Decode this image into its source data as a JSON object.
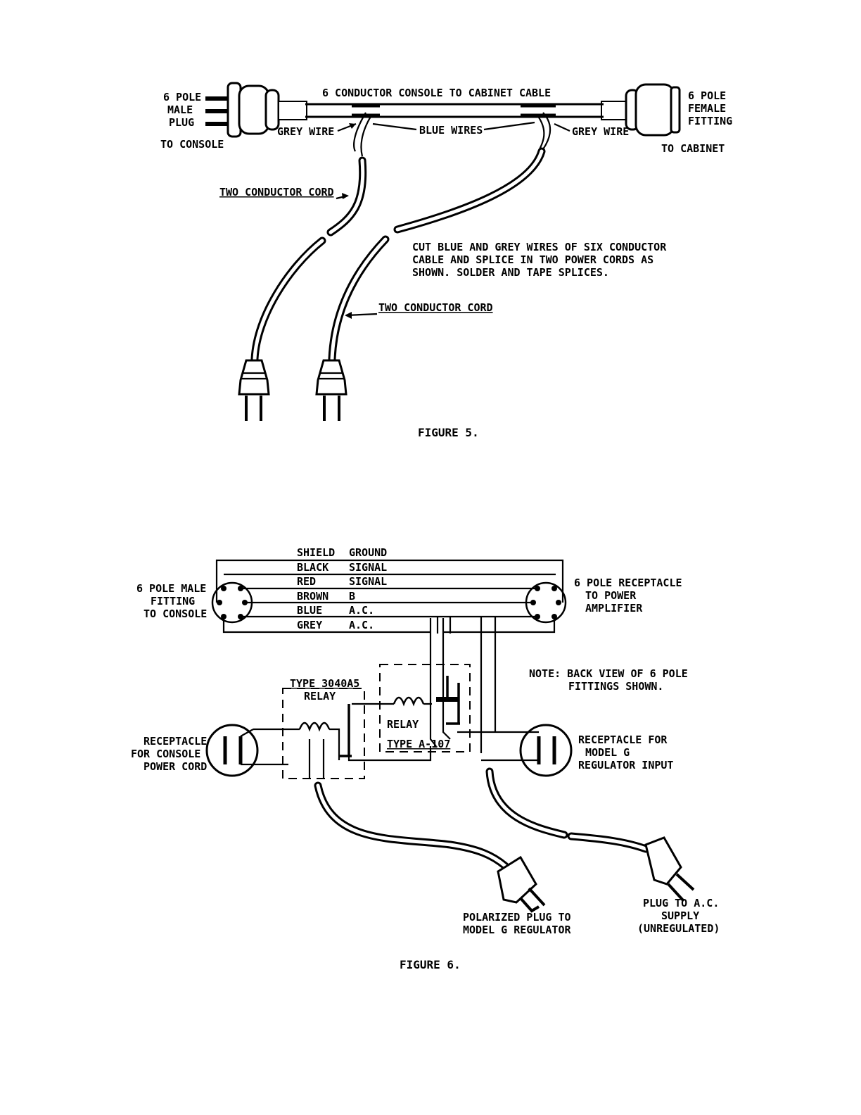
{
  "figure5": {
    "cable_label": "6 CONDUCTOR CONSOLE TO CABINET CABLE",
    "male_plug": [
      "6 POLE",
      "MALE",
      "PLUG"
    ],
    "to_console": "TO CONSOLE",
    "female_fitting": [
      "6 POLE",
      "FEMALE",
      "FITTING"
    ],
    "to_cabinet": "TO CABINET",
    "grey_wire_left": "GREY WIRE",
    "blue_wires": "BLUE WIRES",
    "grey_wire_right": "GREY WIRE",
    "two_conductor_cord_1": "TWO CONDUCTOR CORD",
    "two_conductor_cord_2": "TWO CONDUCTOR CORD",
    "instruction": [
      "CUT BLUE AND GREY WIRES OF SIX CONDUCTOR",
      "CABLE AND SPLICE IN TWO POWER CORDS AS",
      "SHOWN. SOLDER AND TAPE SPLICES."
    ],
    "caption": "FIGURE 5."
  },
  "figure6": {
    "wires": [
      {
        "color": "SHIELD",
        "function": "GROUND"
      },
      {
        "color": "BLACK",
        "function": "SIGNAL"
      },
      {
        "color": "RED",
        "function": "SIGNAL"
      },
      {
        "color": "BROWN",
        "function": "B"
      },
      {
        "color": "BLUE",
        "function": "A.C."
      },
      {
        "color": "GREY",
        "function": "A.C."
      }
    ],
    "male_fitting": [
      "6 POLE MALE",
      "FITTING",
      "TO CONSOLE"
    ],
    "receptacle_amp": [
      "6 POLE RECEPTACLE",
      "TO POWER",
      "AMPLIFIER"
    ],
    "note": [
      "NOTE: BACK VIEW OF 6 POLE",
      "FITTINGS SHOWN."
    ],
    "relay1_type": "TYPE 3040A5",
    "relay1_name": "RELAY",
    "relay2_name": "RELAY",
    "relay2_type": "TYPE A-107",
    "receptacle_console": [
      "RECEPTACLE",
      "FOR CONSOLE",
      "POWER CORD"
    ],
    "receptacle_regulator": [
      "RECEPTACLE FOR",
      "MODEL G",
      "REGULATOR INPUT"
    ],
    "polarized_plug": [
      "POLARIZED PLUG TO",
      "MODEL G REGULATOR"
    ],
    "plug_supply": [
      "PLUG TO A.C.",
      "SUPPLY",
      "(UNREGULATED)"
    ],
    "caption": "FIGURE 6."
  }
}
